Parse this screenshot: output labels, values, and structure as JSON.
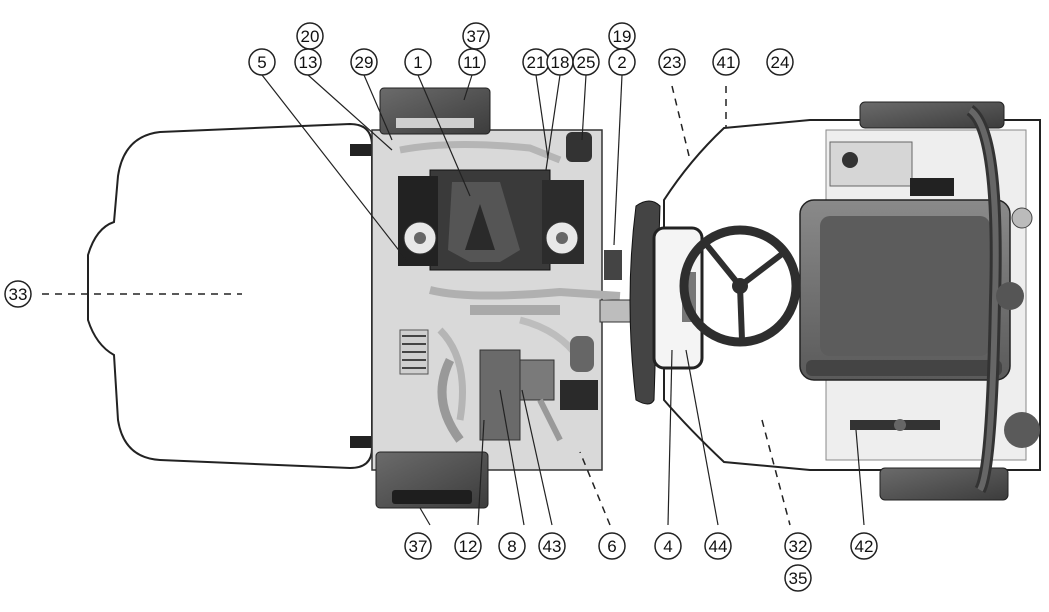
{
  "diagram": {
    "callouts": [
      "20",
      "37",
      "19",
      "5",
      "13",
      "29",
      "1",
      "11",
      "21",
      "18",
      "25",
      "2",
      "23",
      "41",
      "24",
      "33",
      "37",
      "12",
      "8",
      "43",
      "6",
      "4",
      "44",
      "32",
      "35",
      "42"
    ]
  }
}
